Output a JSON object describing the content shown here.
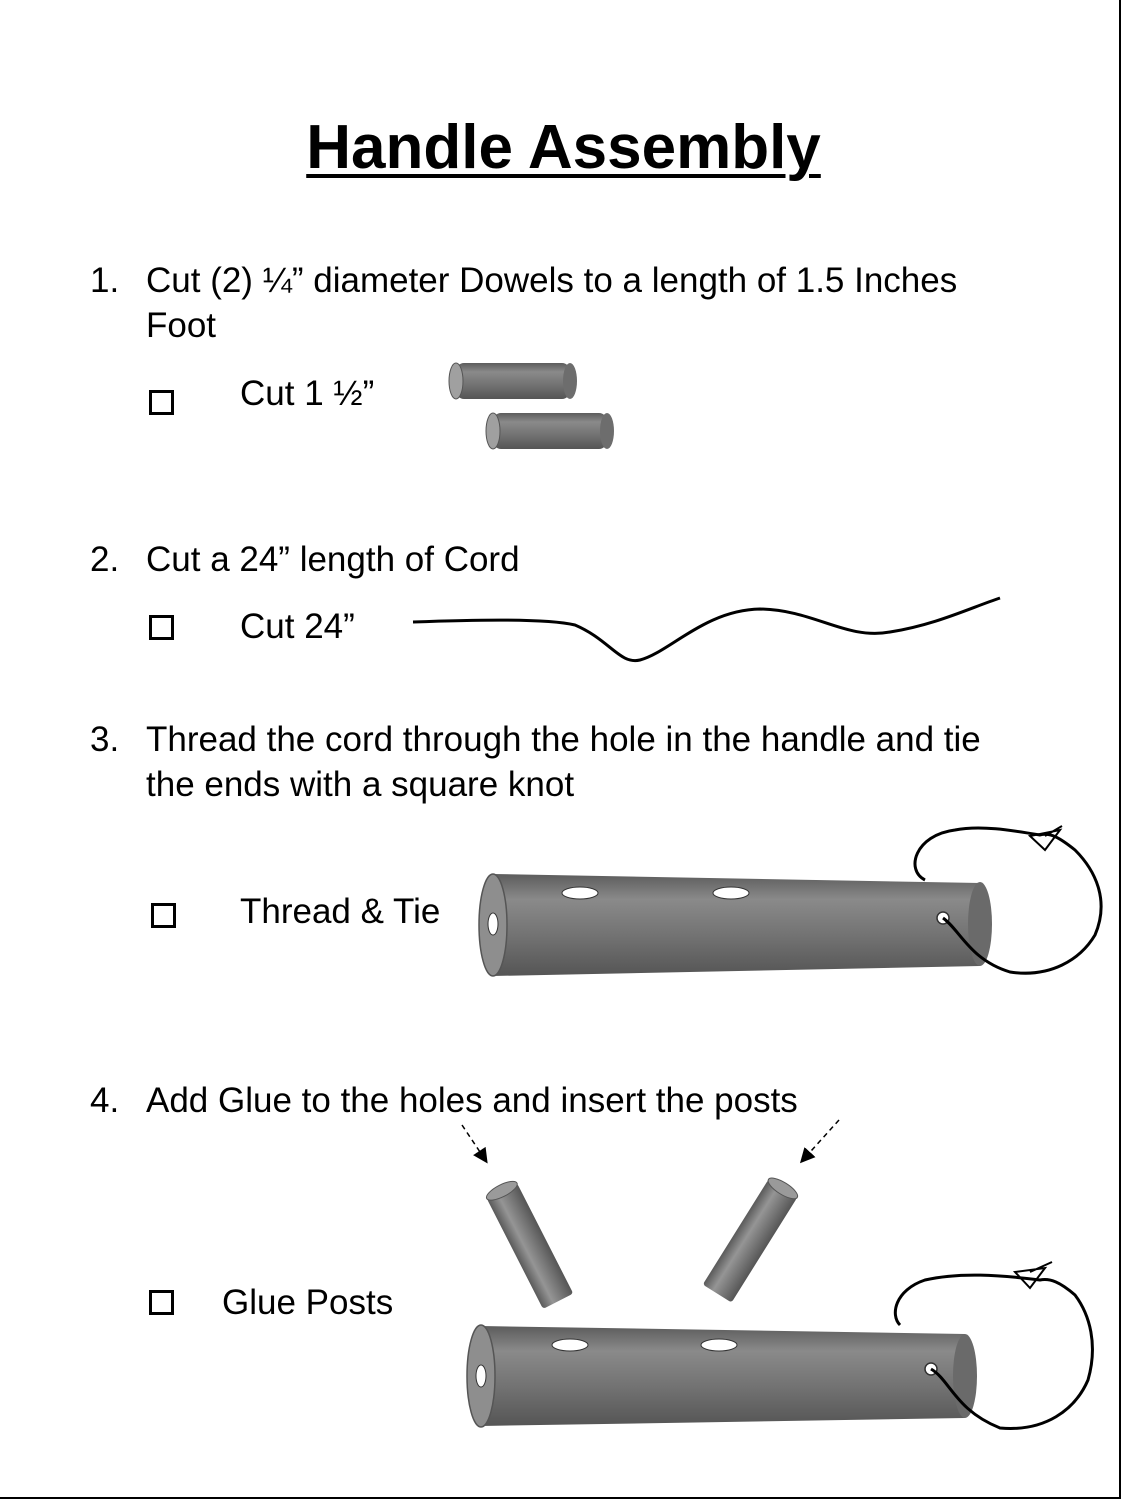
{
  "title": "Handle Assembly",
  "steps": [
    {
      "number": "1.",
      "text_line1": "Cut (2) ¼” diameter Dowels to a length of 1.5 Inches",
      "text_line2": "Foot",
      "check_label": "Cut 1 ½”"
    },
    {
      "number": "2.",
      "text_line1": "Cut a 24” length of Cord",
      "check_label": "Cut 24”"
    },
    {
      "number": "3.",
      "text_line1": "Thread the cord through the hole in the handle and tie",
      "text_line2": "the ends with a square knot",
      "check_label": "Thread & Tie"
    },
    {
      "number": "4.",
      "text_line1": "Add Glue to the holes and insert the posts",
      "check_label": "Glue Posts"
    }
  ],
  "icons": {
    "checkbox": "checkbox-icon",
    "dowel": "dowel-icon",
    "cord": "cord-icon",
    "handle": "handle-icon",
    "arrow": "dashed-arrow-icon"
  },
  "colors": {
    "dowel_fill": "#7a7a7a",
    "background": "#ffffff",
    "ink": "#000000"
  }
}
